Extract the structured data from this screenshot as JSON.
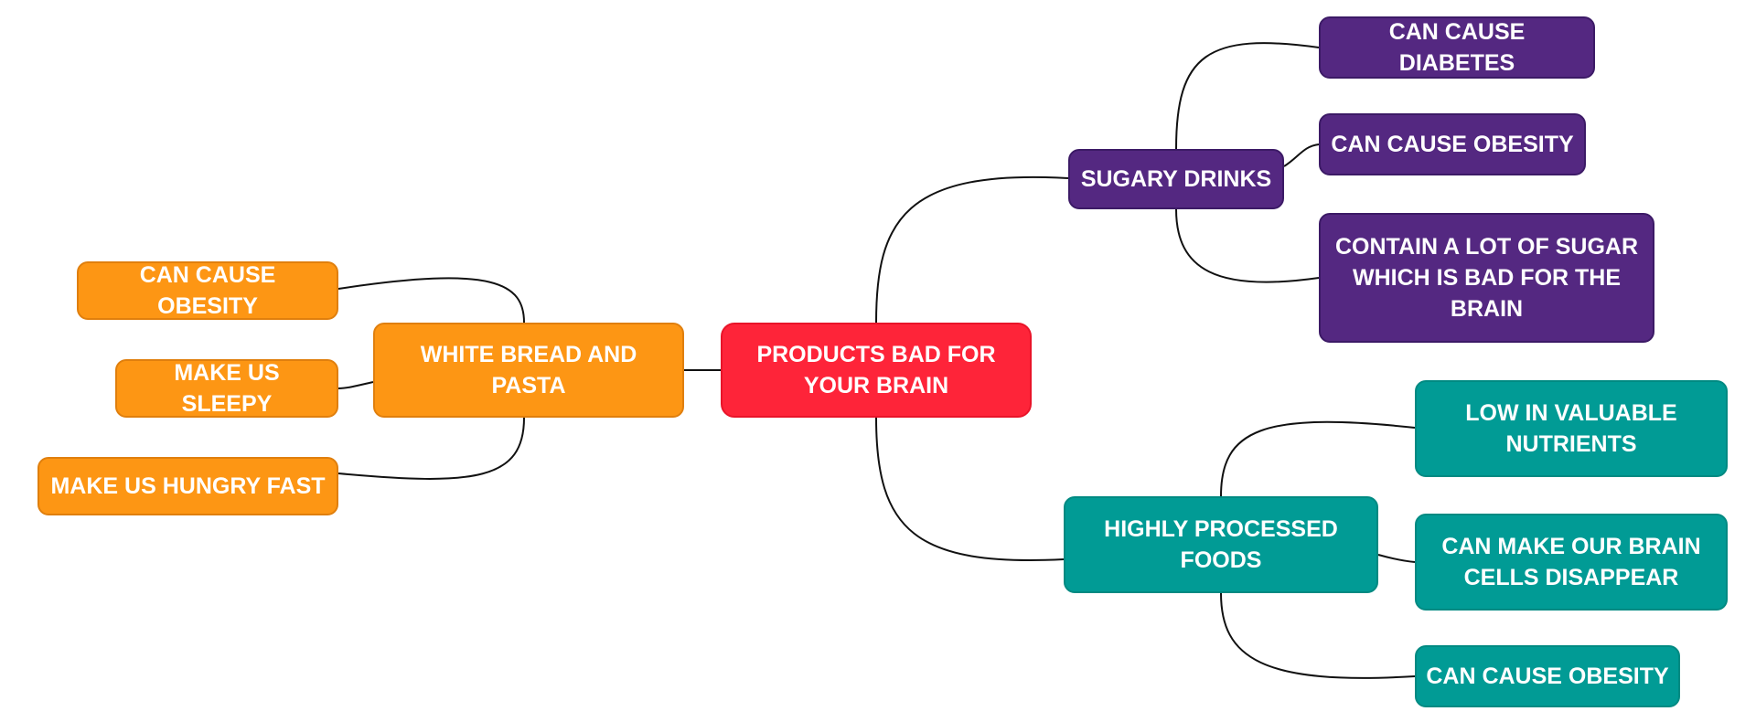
{
  "colors": {
    "root": "#fe2439",
    "orange": "#fd9614",
    "purple": "#542881",
    "teal": "#019b95",
    "text": "#ffffff",
    "connector": "#111111"
  },
  "mindmap": {
    "root": {
      "label": "PRODUCTS BAD FOR YOUR BRAIN"
    },
    "branches": [
      {
        "label": "WHITE BREAD AND PASTA",
        "color": "orange",
        "children": [
          {
            "label": "CAN CAUSE OBESITY"
          },
          {
            "label": "MAKE US SLEEPY"
          },
          {
            "label": "MAKE US HUNGRY FAST"
          }
        ]
      },
      {
        "label": "SUGARY DRINKS",
        "color": "purple",
        "children": [
          {
            "label": "CAN CAUSE DIABETES"
          },
          {
            "label": "CAN CAUSE OBESITY"
          },
          {
            "label": "CONTAIN A LOT OF SUGAR WHICH IS BAD FOR THE BRAIN"
          }
        ]
      },
      {
        "label": "HIGHLY PROCESSED FOODS",
        "color": "teal",
        "children": [
          {
            "label": "LOW IN VALUABLE NUTRIENTS"
          },
          {
            "label": "CAN MAKE OUR BRAIN CELLS DISAPPEAR"
          },
          {
            "label": "CAN CAUSE OBESITY"
          }
        ]
      }
    ]
  }
}
